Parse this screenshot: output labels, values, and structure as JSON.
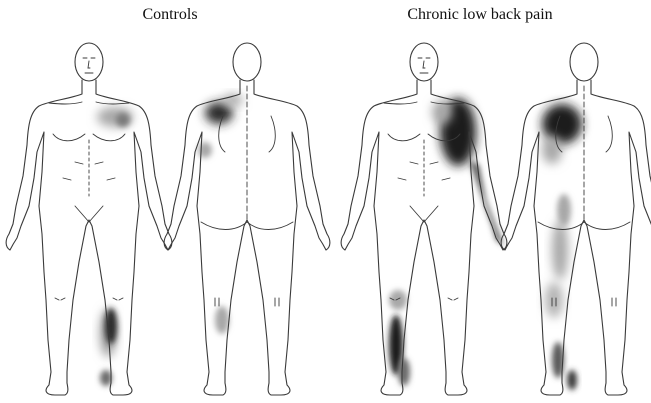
{
  "groups": [
    {
      "title": "Controls"
    },
    {
      "title": "Chronic low back pain"
    }
  ],
  "figures": [
    "front",
    "back",
    "front",
    "back"
  ],
  "colors": {
    "outline": "#3a3a3a",
    "dark": "#1a1a1a",
    "mid": "#5a5a5a",
    "light": "#a8a8a8",
    "background": "#ffffff"
  }
}
